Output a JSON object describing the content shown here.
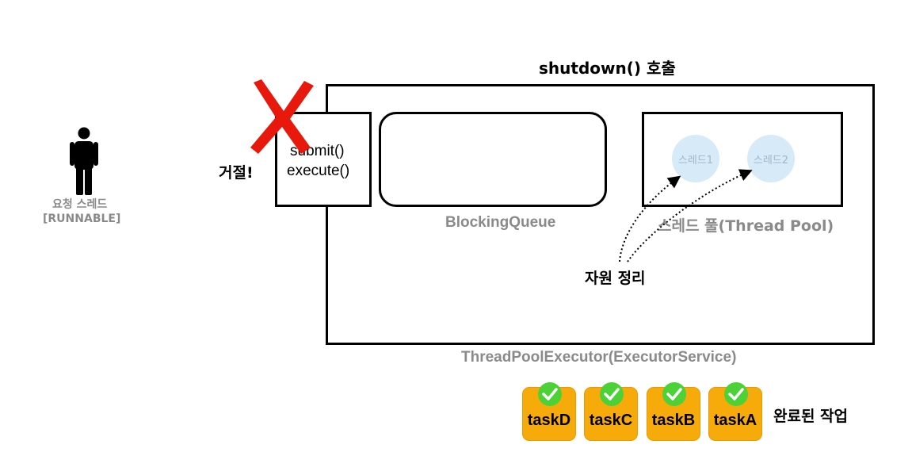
{
  "title": "shutdown() 호출",
  "client": {
    "line1": "요청 스레드",
    "line2": "[RUNNABLE]"
  },
  "rejected_label": "거절!",
  "entry": {
    "line1": "submit()",
    "line2": "execute()"
  },
  "queue_label": "BlockingQueue",
  "thread_pool": {
    "label": "스레드 풀(Thread Pool)",
    "threads": [
      "스레드1",
      "스레드2"
    ]
  },
  "cleanup_label": "자원 정리",
  "executor_label": "ThreadPoolExecutor(ExecutorService)",
  "completed": {
    "tasks": [
      "taskD",
      "taskC",
      "taskB",
      "taskA"
    ],
    "label": "완료된 작업"
  },
  "colors": {
    "task_fill": "#f7ab0a",
    "check_green": "#4cd137",
    "reject_red": "#e8190c",
    "thread_fill": "#d6eaf8",
    "muted_text": "#8a8a8a"
  },
  "icons": [
    "person-icon",
    "reject-x-icon",
    "check-icon"
  ]
}
